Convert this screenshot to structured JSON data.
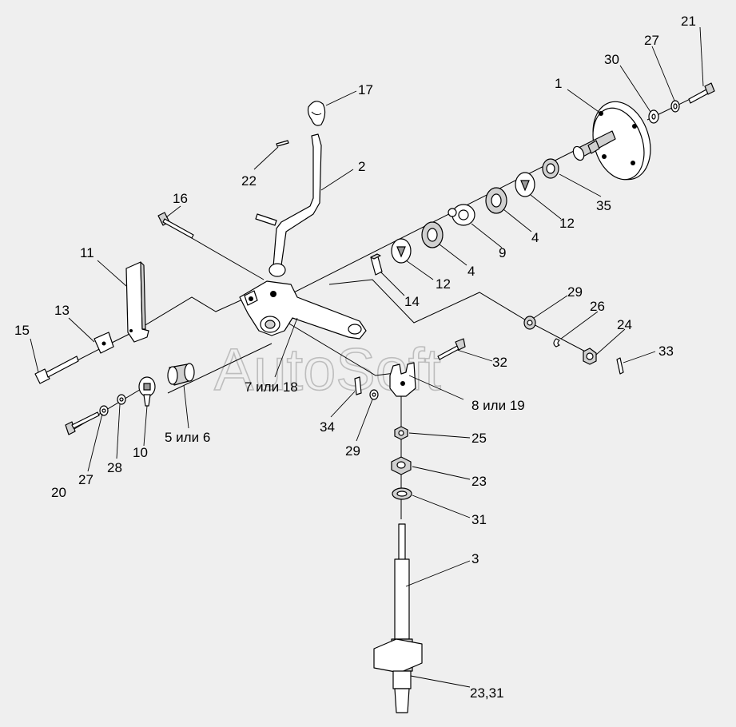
{
  "watermark": "AutoSoft",
  "callouts": {
    "c1": "1",
    "c2": "2",
    "c3": "3",
    "c4a": "4",
    "c4b": "4",
    "c5_6": "5 или 6",
    "c7_18": "7 или 18",
    "c8_19": "8 или 19",
    "c9": "9",
    "c10": "10",
    "c11": "11",
    "c12a": "12",
    "c12b": "12",
    "c13": "13",
    "c14": "14",
    "c15": "15",
    "c16": "16",
    "c17": "17",
    "c20": "20",
    "c21": "21",
    "c22": "22",
    "c23": "23",
    "c23_31": "23,31",
    "c24": "24",
    "c25": "25",
    "c26": "26",
    "c27a": "27",
    "c27b": "27",
    "c28": "28",
    "c29a": "29",
    "c29b": "29",
    "c30": "30",
    "c31": "31",
    "c32": "32",
    "c33": "33",
    "c34": "34",
    "c35": "35"
  }
}
